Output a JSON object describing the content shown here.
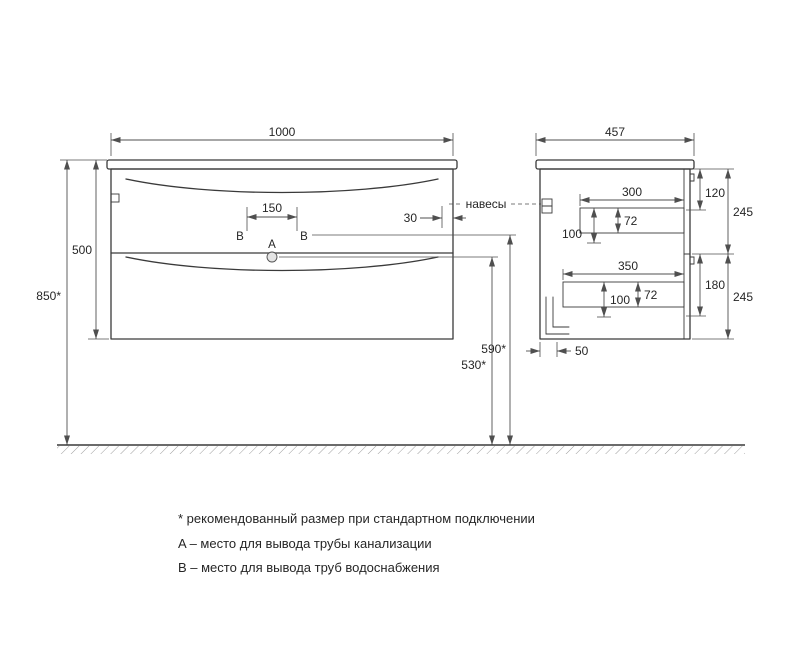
{
  "front_view": {
    "width": "1000",
    "height": "500",
    "mount_height": "850*",
    "pipe_spacing": "150",
    "hanger_offset": "30",
    "water_outlet_height": "590*",
    "drain_outlet_height": "530*",
    "point_a": "A",
    "point_b": "B",
    "hangers": "навесы"
  },
  "side_view": {
    "depth": "457",
    "top_drawer": {
      "length": "300",
      "height": "72",
      "clearance": "100",
      "front_offset": "120",
      "front_height": "245"
    },
    "bottom_drawer": {
      "length": "350",
      "height": "72",
      "clearance": "100",
      "front_offset": "180",
      "front_height": "245"
    },
    "wall_offset": "50"
  },
  "notes": {
    "recommended": "* рекомендованный размер при стандартном подключении",
    "point_a": "A – место для вывода трубы канализации",
    "point_b": "B – место для вывода труб водоснабжения"
  },
  "colors": {
    "line": "#3a3a3a",
    "dim": "#4f4f4f",
    "text": "#262626",
    "hatch": "#9e9e9e"
  }
}
